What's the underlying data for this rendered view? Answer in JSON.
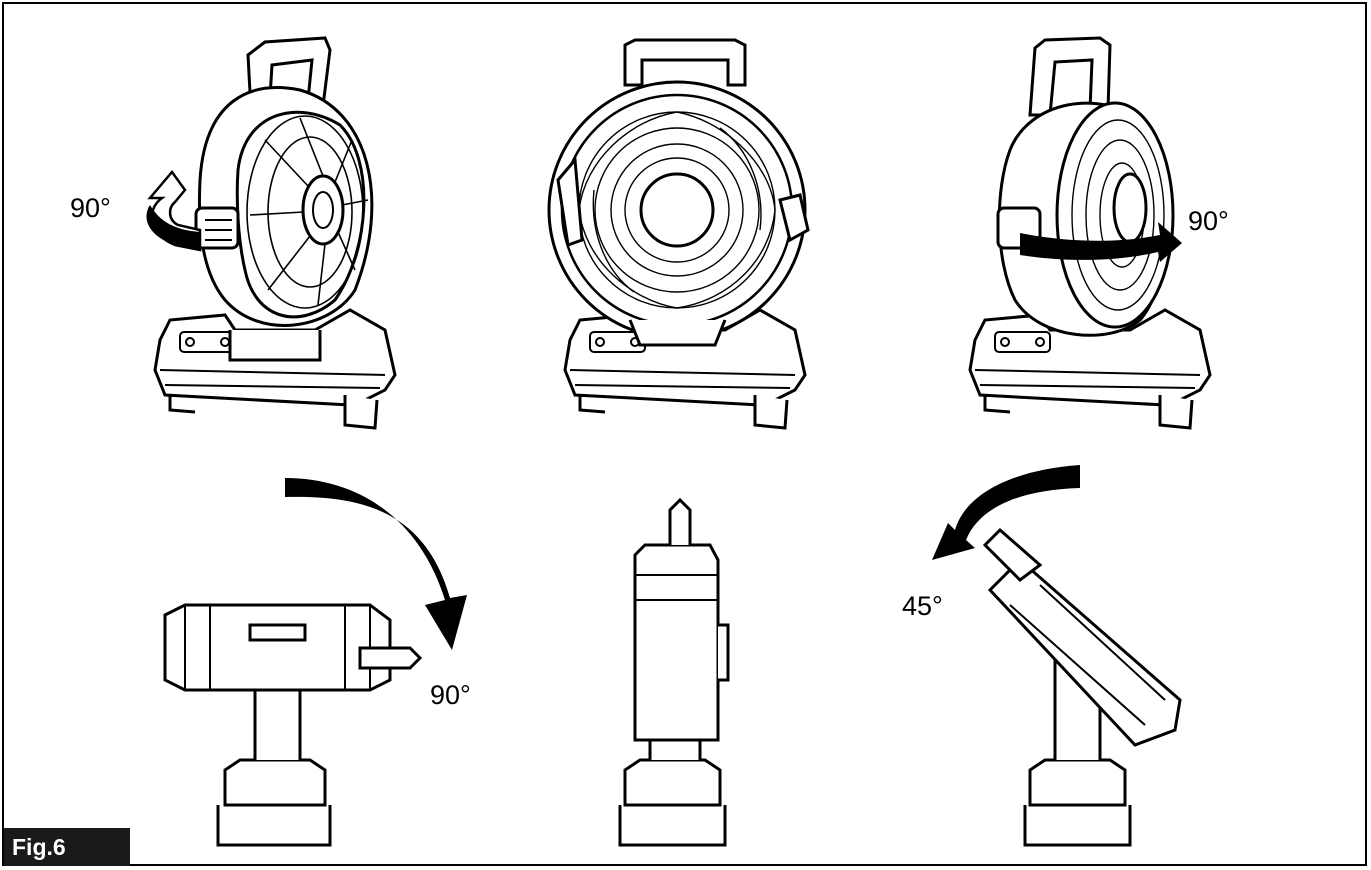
{
  "figure": {
    "label": "Fig.6",
    "colors": {
      "line": "#000000",
      "background": "#ffffff",
      "label_bg": "#1a1a1a",
      "label_text": "#ffffff"
    }
  },
  "annotations": {
    "top_left_angle": "90°",
    "top_right_angle": "90°",
    "bottom_left_angle": "90°",
    "bottom_right_angle": "45°"
  }
}
